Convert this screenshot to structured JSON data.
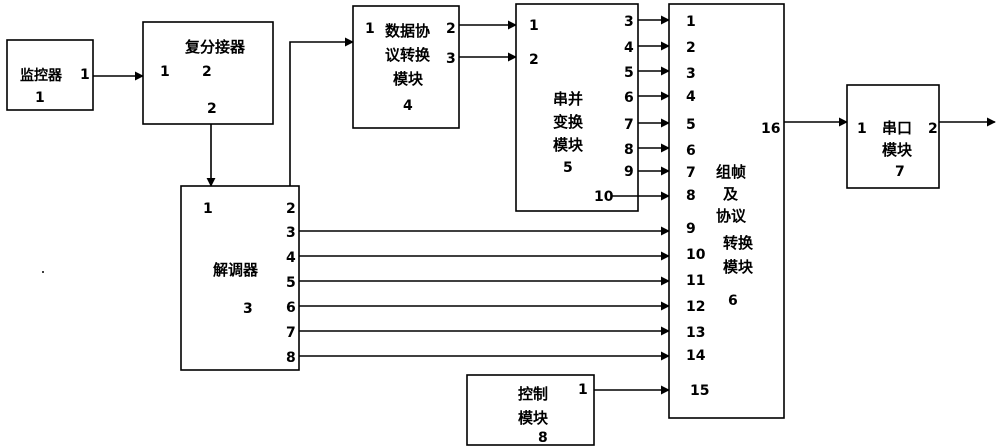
{
  "blocks": {
    "monitor": {
      "name": "监控器",
      "num": "1",
      "ports": [
        "1"
      ]
    },
    "demux": {
      "name": "复分接器",
      "num": "2",
      "ports": [
        "1",
        "2"
      ],
      "bottom_port": "2"
    },
    "protocol": {
      "name_lines": [
        "数据协",
        "议转换",
        "模块"
      ],
      "num": "4",
      "ports": [
        "1",
        "2",
        "3"
      ]
    },
    "sp": {
      "name_lines": [
        "串并",
        "变换",
        "模块"
      ],
      "num": "5",
      "in_ports": [
        "1",
        "2"
      ],
      "out_ports": [
        "3",
        "4",
        "5",
        "6",
        "7",
        "8",
        "9",
        "10"
      ]
    },
    "demod": {
      "name": "解调器",
      "num": "3",
      "left_port": "1",
      "right_ports": [
        "2",
        "3",
        "4",
        "5",
        "6",
        "7",
        "8"
      ]
    },
    "framer": {
      "name_lines": [
        "组帧",
        "及",
        "协议",
        "转换",
        "模块"
      ],
      "num": "6",
      "in_ports": [
        "1",
        "2",
        "3",
        "4",
        "5",
        "6",
        "7",
        "8",
        "9",
        "10",
        "11",
        "12",
        "13",
        "14",
        "15"
      ],
      "out_port": "16"
    },
    "serial": {
      "name_lines": [
        "串口",
        "模块"
      ],
      "num": "7",
      "ports": [
        "1",
        "2"
      ]
    },
    "control": {
      "name_lines": [
        "控制",
        "模块"
      ],
      "num": "8",
      "port": "1"
    }
  }
}
